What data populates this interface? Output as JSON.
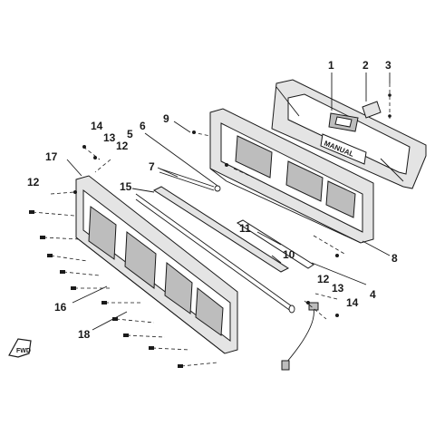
{
  "diagram": {
    "labels": {
      "p1": "1",
      "p2": "2",
      "p3": "3",
      "p4": "4",
      "p5": "5",
      "p6": "6",
      "p7": "7",
      "p8": "8",
      "p9": "9",
      "p10": "10",
      "p11": "11",
      "p12a": "12",
      "p12b": "12",
      "p12c": "12",
      "p13a": "13",
      "p13b": "13",
      "p14a": "14",
      "p14b": "14",
      "p15": "15",
      "p16": "16",
      "p17": "17",
      "p18": "18"
    },
    "fwd_arrow": "FWD",
    "panel_lettering": "MANUAL",
    "colors": {
      "ink": "#1a1a1a",
      "fill_light": "#e4e4e4",
      "fill_dark": "#bdbdbd"
    }
  }
}
